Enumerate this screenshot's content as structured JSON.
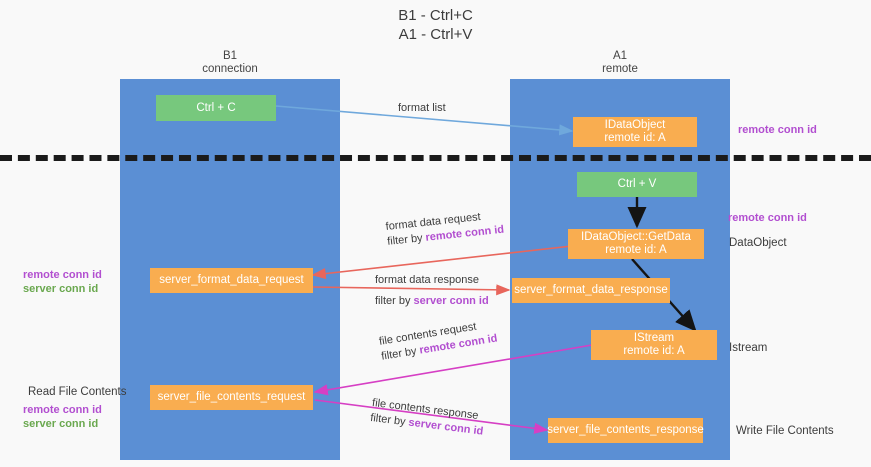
{
  "title": "B1 - Ctrl+C\nA1 - Ctrl+V",
  "columns": [
    {
      "name": "b1",
      "label": "B1\nconnection"
    },
    {
      "name": "a1",
      "label": "A1\nremote"
    }
  ],
  "nodes": {
    "ctrl_c": "Ctrl + C",
    "ctrl_v": "Ctrl + V",
    "idataobject": "IDataObject\nremote id: A",
    "idataobject_getdata": "IDataObject::GetData\nremote id: A",
    "istream": "IStream\nremote id: A",
    "server_format_data_request": "server_format_data_request",
    "server_format_data_response": "server_format_data_response",
    "server_file_contents_request": "server_file_contents_request",
    "server_file_contents_response": "server_file_contents_response"
  },
  "edge_labels": {
    "format_list": "format list",
    "format_data_request": "format data request",
    "format_data_request_filter_prefix": "filter by ",
    "format_data_request_filter_key": "remote conn id",
    "format_data_response": "format data response",
    "format_data_response_filter_prefix": "filter by ",
    "format_data_response_filter_key": "server conn id",
    "file_contents_request": "file contents request",
    "file_contents_request_filter_prefix": "filter by ",
    "file_contents_request_filter_key": "remote conn id",
    "file_contents_response": "file contents response",
    "file_contents_response_filter_prefix": "filter by ",
    "file_contents_response_filter_key": "server conn id"
  },
  "annotations": {
    "right_remote_conn_id_top": "remote conn id",
    "right_remote_conn_id_mid": "remote conn id",
    "right_dataobject": "DataObject",
    "right_istream": "Istream",
    "right_write_file_contents": "Write File Contents",
    "left_remote_conn_id": "remote conn id",
    "left_server_conn_id": "server conn id",
    "left_read_file_contents": "Read File Contents",
    "left_remote_conn_id_2": "remote conn id",
    "left_server_conn_id_2": "server conn id"
  },
  "colors": {
    "lane": "#5b8fd4",
    "green_node": "#77c87d",
    "orange_node": "#f9ad50",
    "purple_text": "#b24fd0",
    "green_text": "#6aa84f",
    "arrow_blue": "#6fa8dc",
    "arrow_red": "#e8665c",
    "arrow_magenta": "#d63fc4",
    "arrow_black": "#141414",
    "background": "#f9f9f9"
  }
}
